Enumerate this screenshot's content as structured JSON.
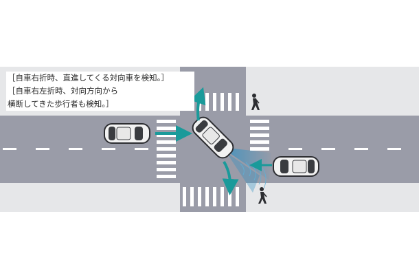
{
  "caption": {
    "line1": "［自車右折時、直進してくる対向車を検知。］",
    "line2": "［自車右左折時、対向方向から",
    "line3": "横断してきた歩行者も検知。］"
  },
  "colors": {
    "road": "#9a9ca8",
    "sidewalk": "#e6e7e9",
    "marking": "#ffffff",
    "path_arrow": "#1a9a9a",
    "sensor": "#2a8fc4",
    "car_body": "#f2f2f2",
    "car_glass": "#3a3c40"
  },
  "icons": [
    "ego-car-icon",
    "oncoming-car-icon",
    "pedestrian-icon",
    "turn-arrow-icon",
    "sensor-fan-icon"
  ]
}
